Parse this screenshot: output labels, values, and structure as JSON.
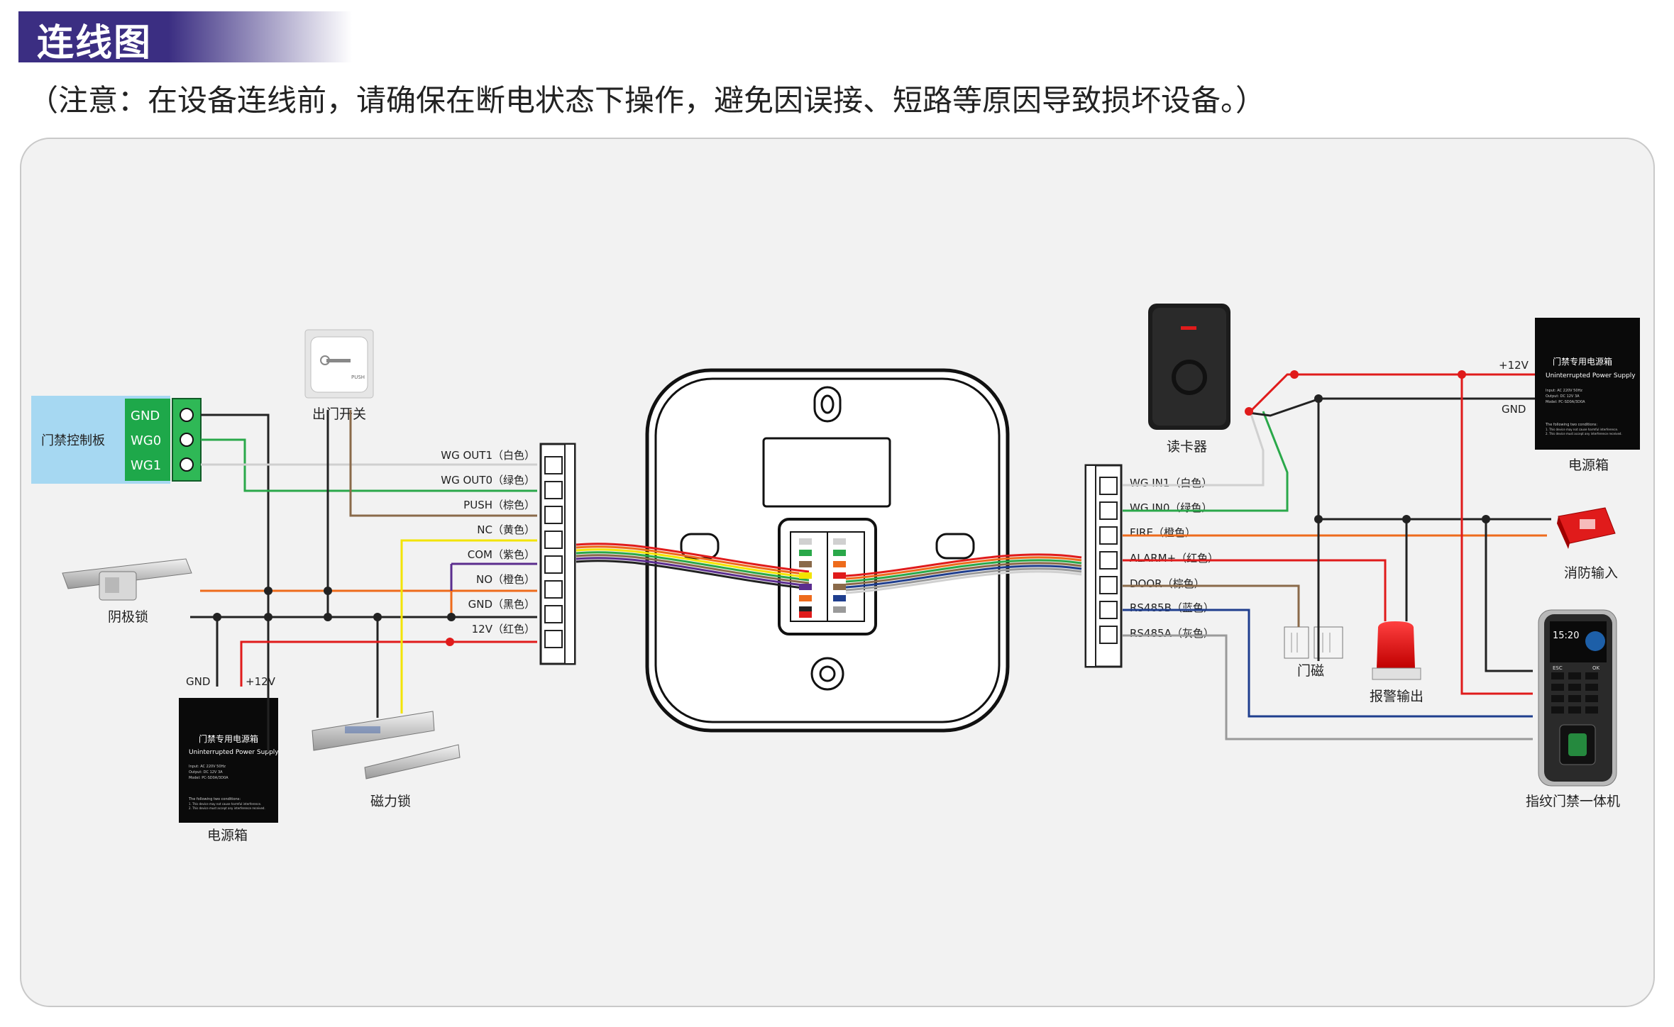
{
  "header": {
    "title": "连线图"
  },
  "note": "（注意：在设备连线前，请确保在断电状态下操作，避免因误接、短路等原因导致损坏设备。）",
  "left_devices": {
    "control_board": "门禁控制板",
    "terminals": [
      "GND",
      "WG0",
      "WG1"
    ],
    "exit_switch": "出门开关",
    "exit_switch_text": "PUSH",
    "cathode_lock": "阴极锁",
    "mag_lock": "磁力锁",
    "power_box": "电源箱",
    "gnd": "GND",
    "plus12v": "+12V"
  },
  "left_connector": [
    "WG OUT1（白色）",
    "WG OUT0（绿色）",
    "PUSH（棕色）",
    "NC（黄色）",
    "COM（紫色）",
    "NO（橙色）",
    "GND（黑色）",
    "12V（红色）"
  ],
  "right_connector": [
    "WG IN1（白色）",
    "WG IN0（绿色）",
    "FIRE（橙色）",
    "ALARM+（红色）",
    "DOOR（棕色）",
    "RS485B（蓝色）",
    "RS485A（灰色）"
  ],
  "right_devices": {
    "card_reader": "读卡器",
    "power_box": "电源箱",
    "plus12v": "+12V",
    "gnd": "GND",
    "fire_input": "消防输入",
    "door_sensor": "门磁",
    "alarm_output": "报警输出",
    "fingerprint_terminal": "指纹门禁一体机",
    "terminal_time": "15:20",
    "terminal_esc": "ESC",
    "terminal_ok": "OK"
  },
  "power_box_label": {
    "title": "门禁专用电源箱",
    "subtitle": "Uninterrupted Power Supply",
    "input": "Input: AC 220V 50Hz",
    "output": "Output: DC 12V 3A",
    "model": "Model: PC-SD0A/3D0A",
    "conditions": "The following two conditions:",
    "c1": "1. This device may not cause harmful interference.",
    "c2": "2. This device must accept any interference received."
  },
  "colors": {
    "white_wire": "#d0d0d0",
    "green_wire": "#2aa84a",
    "brown_wire": "#8a6a4a",
    "yellow_wire": "#f3e400",
    "purple_wire": "#5b2d8e",
    "orange_wire": "#ee6b1c",
    "black_wire": "#222222",
    "red_wire": "#e01b1b",
    "blue_wire": "#1f3e8e",
    "gray_wire": "#9a9a9a",
    "header": "#3b2e82"
  }
}
